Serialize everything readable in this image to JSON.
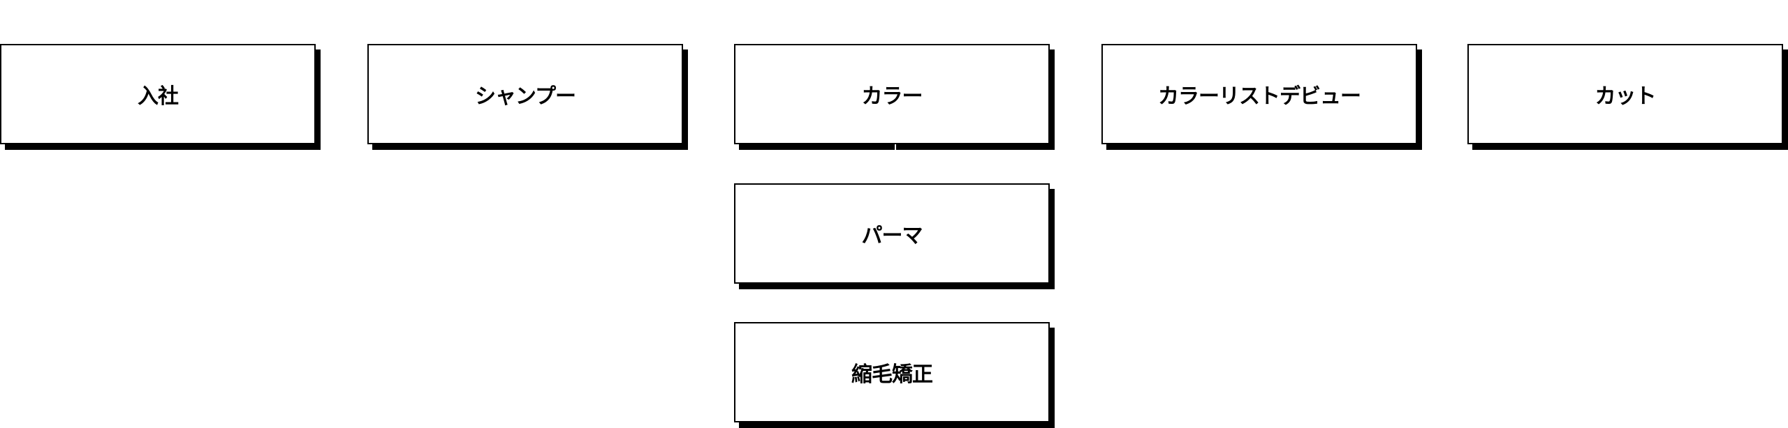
{
  "nodes": [
    {
      "label": "入社"
    },
    {
      "label": "シャンプー"
    },
    {
      "label": "カラー"
    },
    {
      "label": "カラーリストデビュー"
    },
    {
      "label": "カット"
    },
    {
      "label": "パーマ"
    },
    {
      "label": "縮毛矯正"
    }
  ],
  "colors": {
    "border": "#000000",
    "shadow": "#000000",
    "fill": "#ffffff"
  }
}
